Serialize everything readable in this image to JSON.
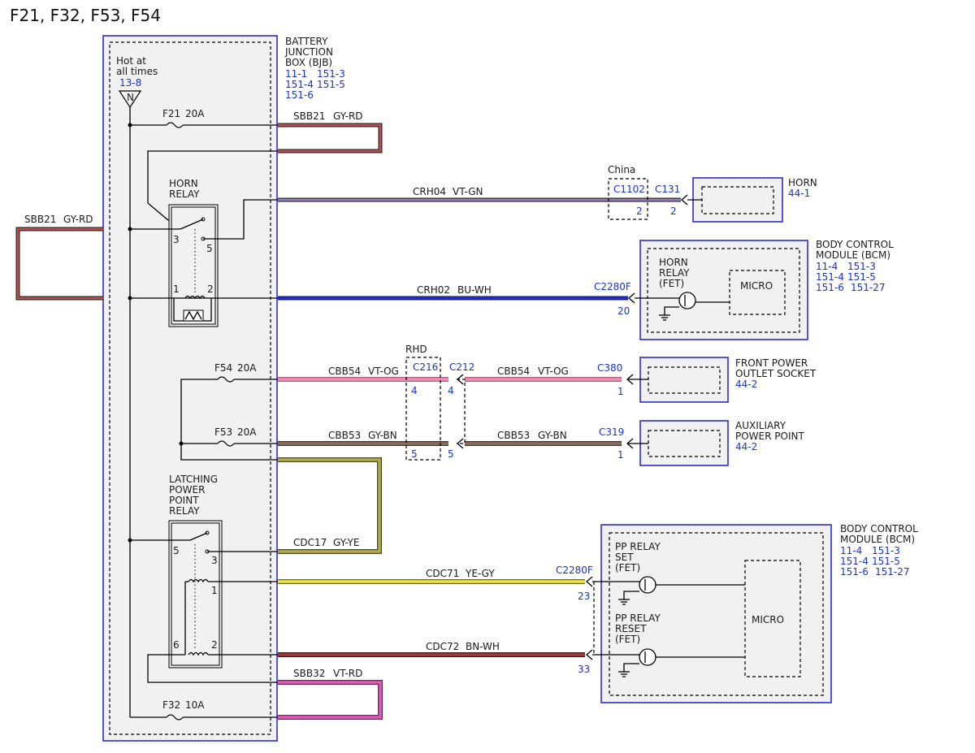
{
  "title": "F21, F32, F53, F54",
  "colors": {
    "module_border": "#2b2bd6",
    "reference_text": "#1a33cc",
    "wire_gy_rd": "#c0504d",
    "wire_vt_gn": "#9a7fc2",
    "wire_bu_wh": "#1f2fcf",
    "wire_vt_og": "#f08cb4",
    "wire_gy_bn": "#8a6a5a",
    "wire_gy_ye": "#b5a94a",
    "wire_ye_gy": "#f0e63c",
    "wire_bn_wh": "#a23b3b",
    "wire_vt_rd": "#e05ab8"
  },
  "bjb": {
    "name": [
      "BATTERY",
      "JUNCTION",
      "BOX (BJB)"
    ],
    "refs": [
      "11-1",
      "151-3",
      "151-4",
      "151-5",
      "151-6"
    ],
    "hot_label": [
      "Hot at",
      "all times"
    ],
    "hot_ref": "13-8",
    "node_letter": "N"
  },
  "fuses": {
    "f21": {
      "name": "F21",
      "rating": "20A"
    },
    "f54": {
      "name": "F54",
      "rating": "20A"
    },
    "f53": {
      "name": "F53",
      "rating": "20A"
    },
    "f32": {
      "name": "F32",
      "rating": "10A"
    }
  },
  "horn_relay": {
    "name": [
      "HORN",
      "RELAY"
    ],
    "pins": [
      "3",
      "5",
      "1",
      "2"
    ]
  },
  "latching_relay": {
    "name": [
      "LATCHING",
      "POWER",
      "POINT",
      "RELAY"
    ],
    "pins": [
      "5",
      "3",
      "1",
      "6",
      "2"
    ]
  },
  "wires": {
    "sbb21_right": {
      "circuit": "SBB21",
      "color": "GY-RD"
    },
    "sbb21_left": {
      "circuit": "SBB21",
      "color": "GY-RD"
    },
    "crh04": {
      "circuit": "CRH04",
      "color": "VT-GN"
    },
    "crh02": {
      "circuit": "CRH02",
      "color": "BU-WH"
    },
    "cbb54_a": {
      "circuit": "CBB54",
      "color": "VT-OG"
    },
    "cbb54_b": {
      "circuit": "CBB54",
      "color": "VT-OG"
    },
    "cbb53_a": {
      "circuit": "CBB53",
      "color": "GY-BN"
    },
    "cbb53_b": {
      "circuit": "CBB53",
      "color": "GY-BN"
    },
    "cdc17": {
      "circuit": "CDC17",
      "color": "GY-YE"
    },
    "cdc71": {
      "circuit": "CDC71",
      "color": "YE-GY"
    },
    "cdc72": {
      "circuit": "CDC72",
      "color": "BN-WH"
    },
    "sbb32": {
      "circuit": "SBB32",
      "color": "VT-RD"
    }
  },
  "connectors": {
    "china": "China",
    "c1102": {
      "name": "C1102",
      "pin": "2"
    },
    "c131": {
      "name": "C131",
      "pin": "2"
    },
    "c2280f_a": {
      "name": "C2280F",
      "pin": "20"
    },
    "rhd": "RHD",
    "c216": {
      "name": "C216",
      "pin_a": "4",
      "pin_b": "5"
    },
    "c212": {
      "name": "C212",
      "pin_a": "4",
      "pin_b": "5"
    },
    "c380": {
      "name": "C380",
      "pin": "1"
    },
    "c319": {
      "name": "C319",
      "pin": "1"
    },
    "c2280f_b": {
      "name": "C2280F",
      "pin_a": "23",
      "pin_b": "33"
    }
  },
  "horn": {
    "name": "HORN",
    "ref": "44-1"
  },
  "bcm_top": {
    "name": [
      "BODY CONTROL",
      "MODULE (BCM)"
    ],
    "refs": [
      "11-4",
      "151-3",
      "151-4",
      "151-5",
      "151-6",
      "151-27"
    ],
    "relay_label": [
      "HORN",
      "RELAY",
      "(FET)"
    ],
    "micro": "MICRO"
  },
  "front_power": {
    "name": [
      "FRONT POWER",
      "OUTLET SOCKET"
    ],
    "ref": "44-2"
  },
  "aux_power": {
    "name": [
      "AUXILIARY",
      "POWER POINT"
    ],
    "ref": "44-2"
  },
  "bcm_bottom": {
    "name": [
      "BODY CONTROL",
      "MODULE (BCM)"
    ],
    "refs": [
      "11-4",
      "151-3",
      "151-4",
      "151-5",
      "151-6",
      "151-27"
    ],
    "set_label": [
      "PP RELAY",
      "SET",
      "(FET)"
    ],
    "reset_label": [
      "PP RELAY",
      "RESET",
      "(FET)"
    ],
    "micro": "MICRO"
  }
}
